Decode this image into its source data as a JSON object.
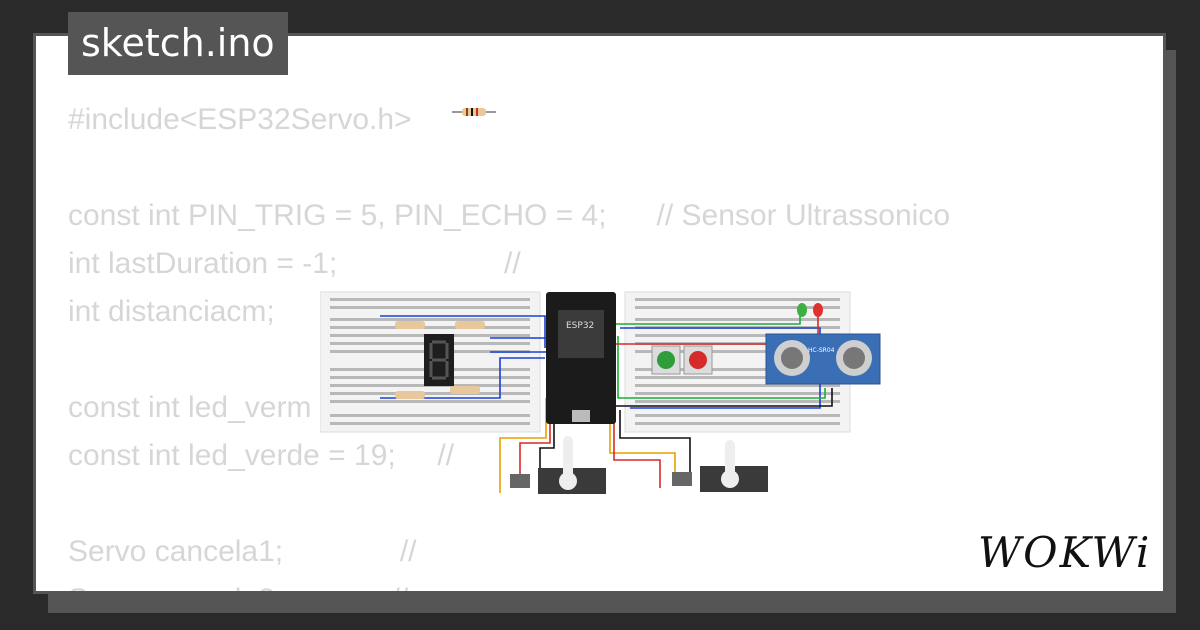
{
  "file_tab": {
    "label": "sketch.ino"
  },
  "code_lines": [
    {
      "text": "#include<ESP32Servo.h>"
    },
    {
      "text": ""
    },
    {
      "text": "const int PIN_TRIG = 5, PIN_ECHO = 4;      // Sensor Ultrassonico"
    },
    {
      "text": "int lastDuration = -1;                    //"
    },
    {
      "text": "int distanciacm;"
    },
    {
      "text": ""
    },
    {
      "text": "const int led_verm"
    },
    {
      "text": "const int led_verde = 19;     //"
    },
    {
      "text": ""
    },
    {
      "text": "Servo cancela1;              //"
    }
  ],
  "circuit": {
    "mcu_label": "ESP32",
    "sensor_label": "HC-SR04",
    "buttons": [
      {
        "color": "#2e9d3a"
      },
      {
        "color": "#d62b2b"
      }
    ],
    "leds": [
      {
        "color": "#3cb043"
      },
      {
        "color": "#e03030"
      }
    ]
  },
  "brand": {
    "logo_text": "WOKWi"
  },
  "colors": {
    "background": "#2a2a2a",
    "tab": "#555555",
    "code_text": "#d6d6d6"
  }
}
